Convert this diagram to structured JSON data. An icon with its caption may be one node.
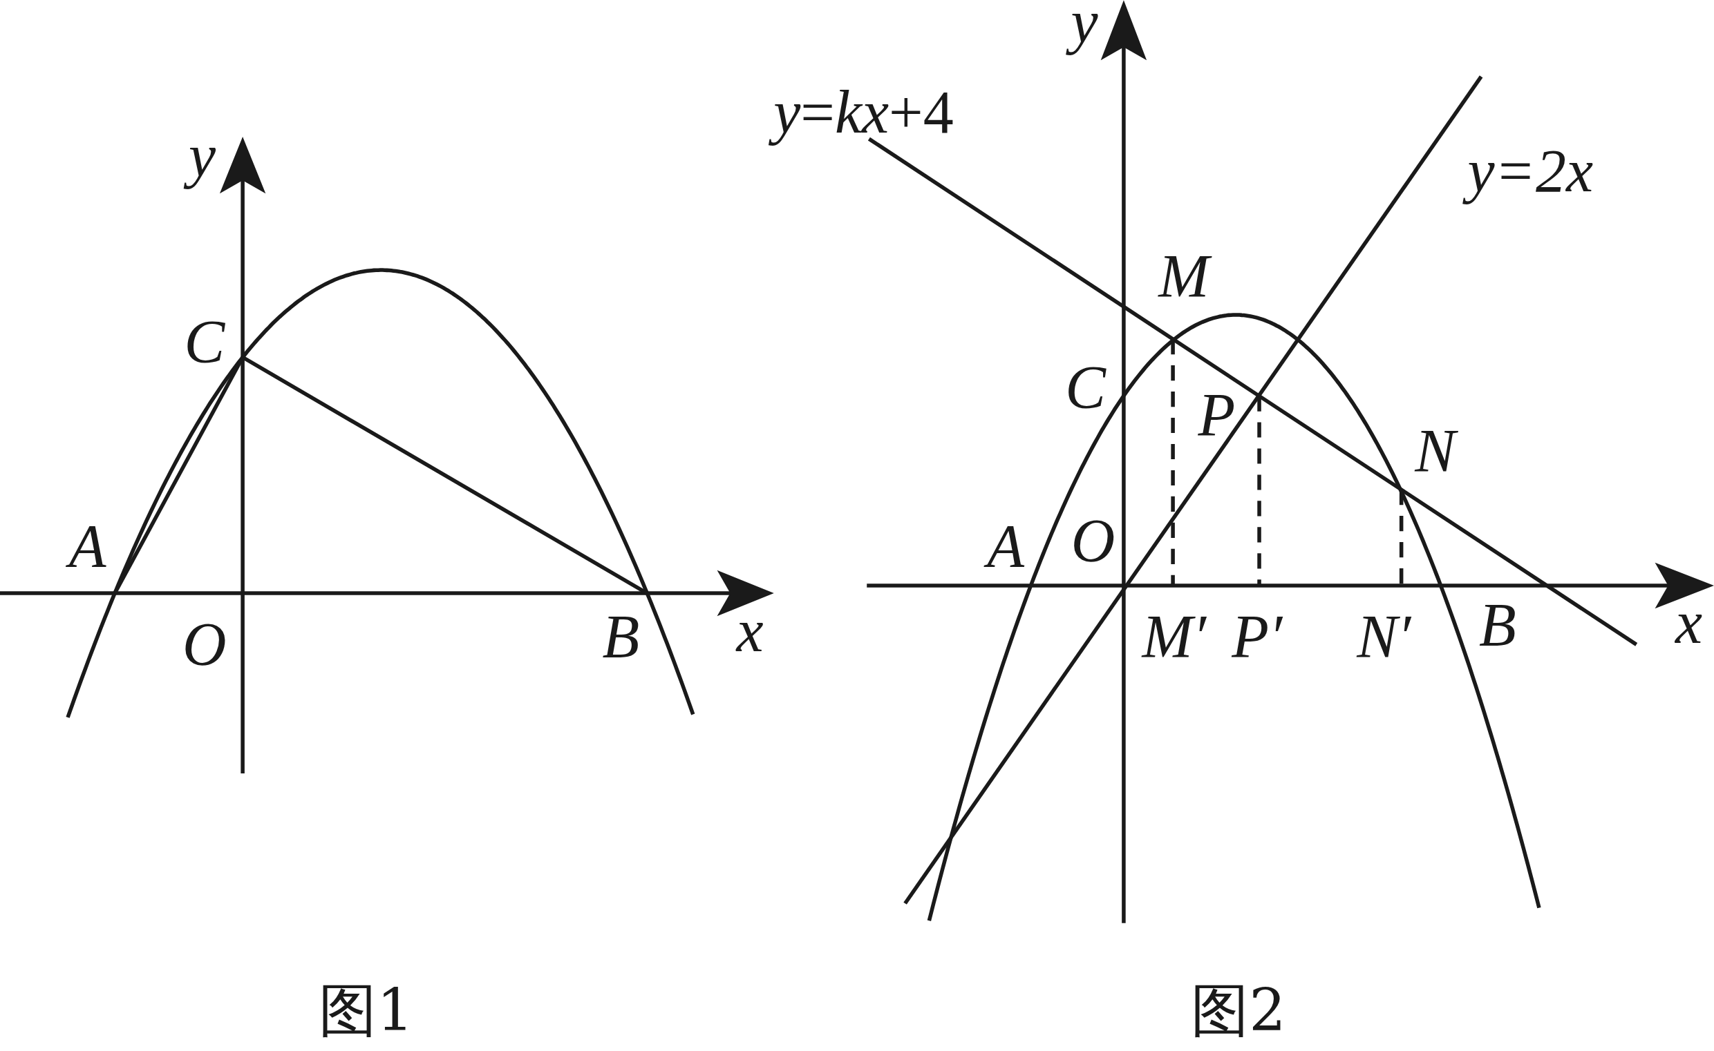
{
  "diagram": {
    "labels": [
      "y",
      "C",
      "A",
      "O",
      "B",
      "x",
      "图1",
      "y",
      "*y*=*kx*+4",
      "y=2x",
      "M",
      "C",
      "P",
      "N",
      "A",
      "O",
      "M′",
      "P′",
      "N′",
      "B",
      "x",
      "图2"
    ]
  }
}
